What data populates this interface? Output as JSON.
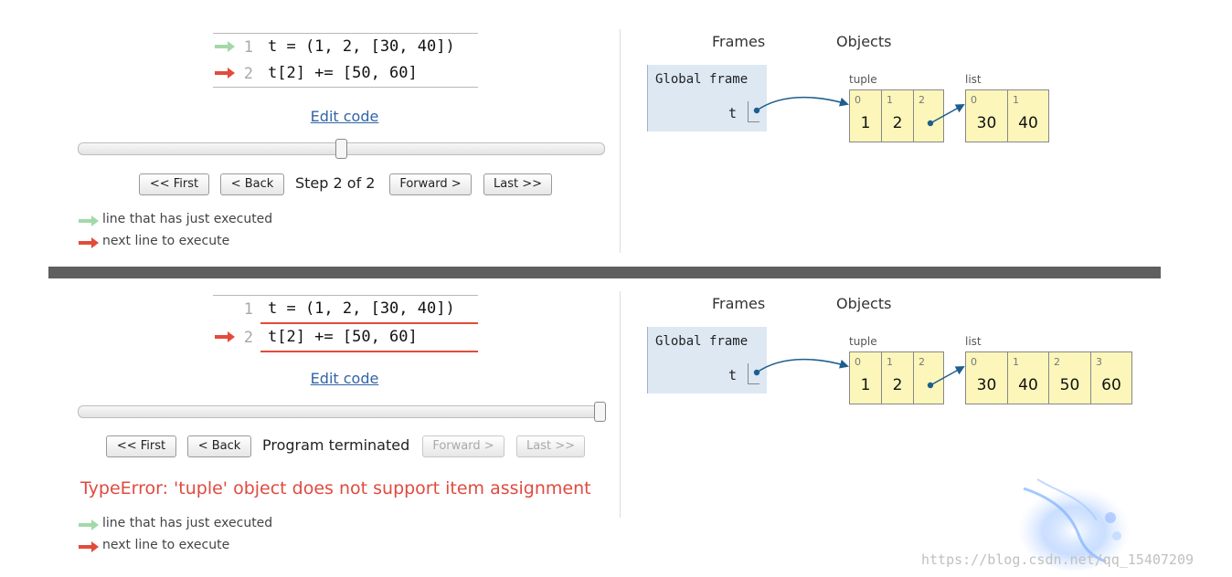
{
  "colors": {
    "executed_arrow": "#a4d8a8",
    "next_arrow": "#e24b3b",
    "heap_fill": "#fcf6bb",
    "frame_fill": "#dde8f3",
    "error": "#e04a3f",
    "link": "#3164a9",
    "divider": "#5f5f5f",
    "pointer": "#1e5e8e"
  },
  "code": [
    {
      "no": "1",
      "text": "t = (1, 2, [30, 40])"
    },
    {
      "no": "2",
      "text": "t[2] += [50, 60]"
    }
  ],
  "edit_code": "Edit code",
  "buttons": {
    "first": "<< First",
    "back": "< Back",
    "forward": "Forward >",
    "last": "Last >>"
  },
  "legend": {
    "executed": "line that has just executed",
    "next": "next line to execute"
  },
  "viz": {
    "frames_heading": "Frames",
    "objects_heading": "Objects",
    "global_frame": "Global frame",
    "var": "t",
    "tuple_label": "tuple",
    "list_label": "list"
  },
  "top": {
    "step_text": "Step 2 of 2",
    "slider_fraction": 0.5,
    "tuple": [
      {
        "i": "0",
        "v": "1"
      },
      {
        "i": "1",
        "v": "2"
      },
      {
        "i": "2",
        "v": ""
      }
    ],
    "list": [
      {
        "i": "0",
        "v": "30"
      },
      {
        "i": "1",
        "v": "40"
      }
    ]
  },
  "bottom": {
    "step_text": "Program terminated",
    "slider_fraction": 1.0,
    "error": "TypeError: 'tuple' object does not support item assignment",
    "tuple": [
      {
        "i": "0",
        "v": "1"
      },
      {
        "i": "1",
        "v": "2"
      },
      {
        "i": "2",
        "v": ""
      }
    ],
    "list": [
      {
        "i": "0",
        "v": "30"
      },
      {
        "i": "1",
        "v": "40"
      },
      {
        "i": "2",
        "v": "50"
      },
      {
        "i": "3",
        "v": "60"
      }
    ]
  },
  "watermark": "https://blog.csdn.net/qq_15407209"
}
